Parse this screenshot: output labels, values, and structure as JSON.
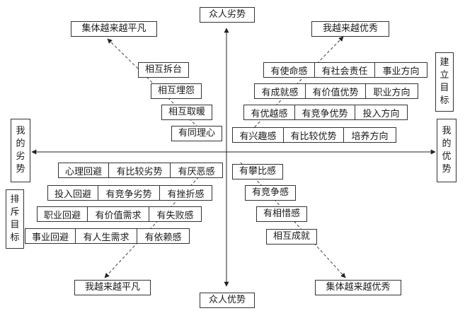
{
  "axes": {
    "top": "众人劣势",
    "bottom": "众人优势",
    "left": [
      "我",
      "的",
      "劣",
      "势"
    ],
    "right": [
      "我",
      "的",
      "优",
      "势"
    ]
  },
  "side_labels": {
    "goal": [
      "建",
      "立",
      "目",
      "标"
    ],
    "reject": [
      "排",
      "斥",
      "目",
      "标"
    ]
  },
  "corners": {
    "top_left": "集体越来越平凡",
    "top_right": "我越来越优秀",
    "bottom_left": "我越来越平凡",
    "bottom_right": "集体越来越优秀"
  },
  "top_left": [
    "相互拆台",
    "相互埋怨",
    "相互取暖",
    "有同理心"
  ],
  "top_right": [
    [
      "有使命感",
      "有社会责任",
      "事业方向"
    ],
    [
      "有成就感",
      "有价值优势",
      "职业方向"
    ],
    [
      "有优越感",
      "有竞争优势",
      "投入方向"
    ],
    [
      "有兴趣感",
      "有比较优势",
      "培养方向"
    ]
  ],
  "bottom_left": [
    [
      "心理回避",
      "有比较劣势",
      "有厌恶感"
    ],
    [
      "投入回避",
      "有竞争劣势",
      "有挫折感"
    ],
    [
      "职业回避",
      "有价值需求",
      "有失败感"
    ],
    [
      "事业回避",
      "有人生需求",
      "有依赖感"
    ]
  ],
  "bottom_right": [
    "有攀比感",
    "有竞争感",
    "有相惜感",
    "相互成就"
  ]
}
